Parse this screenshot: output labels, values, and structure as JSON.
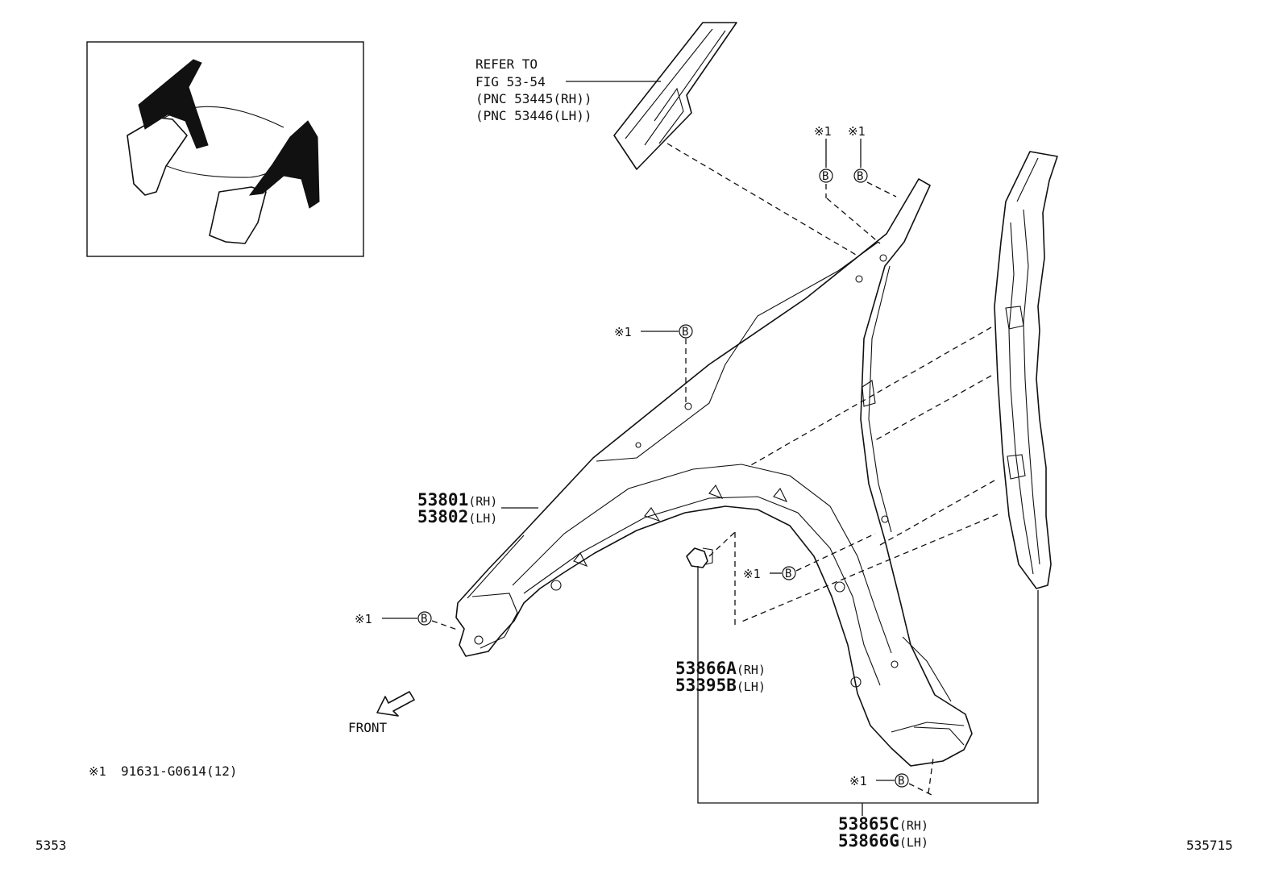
{
  "refer": {
    "line1": "REFER TO",
    "line2": "FIG 53-54",
    "line3": "(PNC 53445(RH))",
    "line4": "(PNC 53446(LH))"
  },
  "fender": {
    "rh_no": "53801",
    "rh_sfx": "(RH)",
    "lh_no": "53802",
    "lh_sfx": "(LH)"
  },
  "clip": {
    "rh_no": "53866A",
    "rh_sfx": "(RH)",
    "lh_no": "53395B",
    "lh_sfx": "(LH)"
  },
  "liner": {
    "rh_no": "53865C",
    "rh_sfx": "(RH)",
    "lh_no": "53866G",
    "lh_sfx": "(LH)"
  },
  "bolt_mark": "※1",
  "bolt_letter": "B",
  "front_label": "FRONT",
  "footnote": {
    "mark": "※1",
    "text": "91631-G0614(12)"
  },
  "corner_left": "5353",
  "corner_right": "535715"
}
